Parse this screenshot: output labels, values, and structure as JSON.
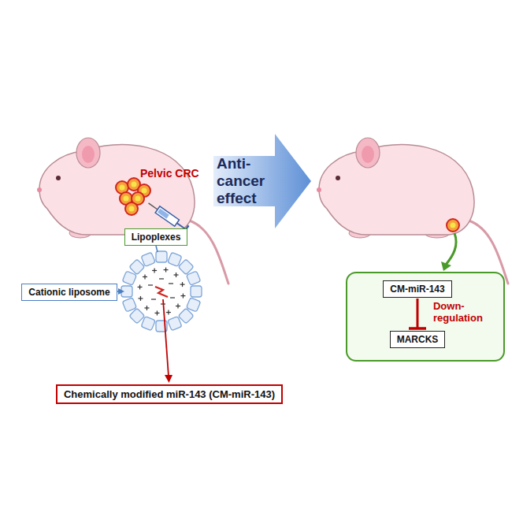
{
  "diagram": {
    "nodes": [
      {
        "text": [
          "Lipoplexes"
        ]
      },
      {
        "text": [
          "Cationic liposome"
        ]
      },
      {
        "text": [
          "Chemically modified miR-143 (CM-miR-143)"
        ]
      },
      {
        "text": [
          "Anti-cancer effect"
        ]
      },
      {
        "text": [
          "CM-miR-143"
        ]
      },
      {
        "text": [
          "MARCKS"
        ]
      }
    ],
    "edges": [
      {
        "from": 4,
        "to": 5,
        "arrow": "to",
        "label": "Down-regulation"
      }
    ],
    "labels": [
      "Pelvic CRC"
    ]
  }
}
